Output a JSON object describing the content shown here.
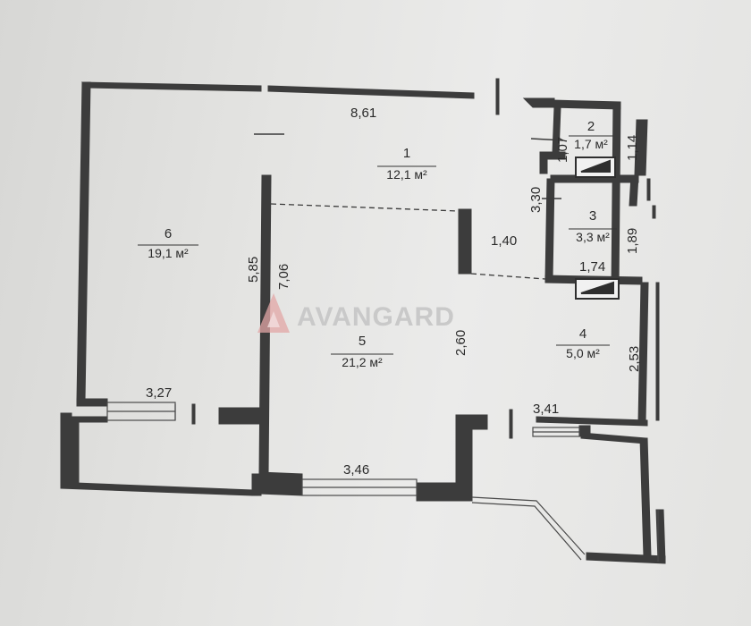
{
  "brand": {
    "name": "AVANGARD",
    "logo_color": "#e2a6a6",
    "text_color": "#c9c9c9"
  },
  "rooms": [
    {
      "id": "1",
      "area": "12,1 м²"
    },
    {
      "id": "2",
      "area": "1,7 м²"
    },
    {
      "id": "3",
      "area": "3,3 м²"
    },
    {
      "id": "4",
      "area": "5,0 м²"
    },
    {
      "id": "5",
      "area": "21,2 м²"
    },
    {
      "id": "6",
      "area": "19,1 м²"
    }
  ],
  "dimensions": {
    "top_width": "8,61",
    "room2_left": "1,07",
    "room2_right": "1,14",
    "room3_left": "3,30",
    "room3_right": "1,89",
    "room3_bottom": "1,74",
    "corridor": "1,40",
    "wall_6_5": "5,85",
    "room5_left": "7,06",
    "room5_inner": "2,60",
    "room4_right": "2,53",
    "room6_bottom": "3,27",
    "room5_bottom": "3,46",
    "room4_bottom": "3,41"
  },
  "colors": {
    "wall": "#3a3a3a",
    "paper": "#e6e6e4"
  }
}
